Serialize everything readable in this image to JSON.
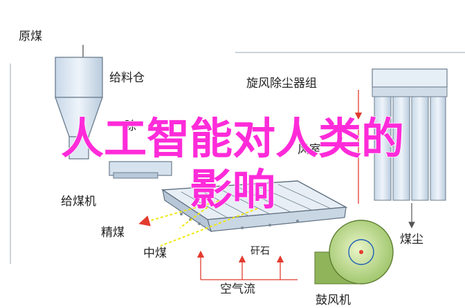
{
  "diagram": {
    "labels": {
      "raw_coal": "原煤",
      "feed_bin": "给料仓",
      "cyclone_group": "旋风除尘器组",
      "coal_feeder": "给煤机",
      "clean_coal": "精煤",
      "middling": "中煤",
      "gangue": "矸石",
      "coal_dust": "煤尘",
      "air_flow": "空气流",
      "blower": "鼓风机",
      "partial_1": "除",
      "partial_2": "风室"
    },
    "overlay_title": {
      "line1": "人工智能对人类的",
      "line2": "影响"
    },
    "colors": {
      "title": "#ff2bd9",
      "arrow_red": "#e23b2e",
      "line_blue": "#1d5fb5",
      "equipment_fill": "#dfe9f3",
      "blower_fill": "#c8e29a",
      "particle_yellow": "#f1e80c"
    }
  }
}
